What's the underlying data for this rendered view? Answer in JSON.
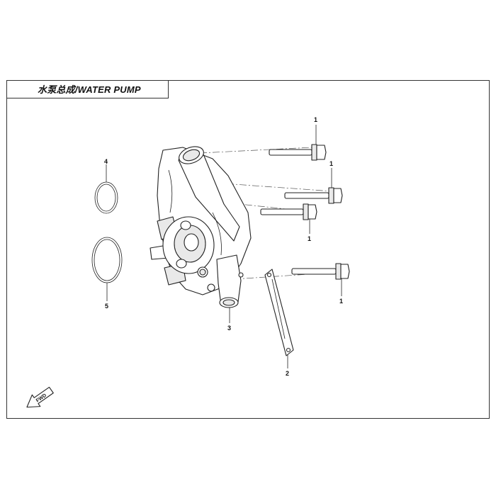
{
  "title": "水泵总成/WATER PUMP",
  "fwd_label": "FWD",
  "callouts": [
    {
      "id": "bolt-top",
      "label": "1"
    },
    {
      "id": "bolt-upper-right",
      "label": "1"
    },
    {
      "id": "bolt-middle",
      "label": "1"
    },
    {
      "id": "bolt-lower-right",
      "label": "1"
    },
    {
      "id": "gasket-strip",
      "label": "2"
    },
    {
      "id": "pump-housing",
      "label": "3"
    },
    {
      "id": "o-ring-small",
      "label": "4"
    },
    {
      "id": "o-ring-large",
      "label": "5"
    }
  ]
}
